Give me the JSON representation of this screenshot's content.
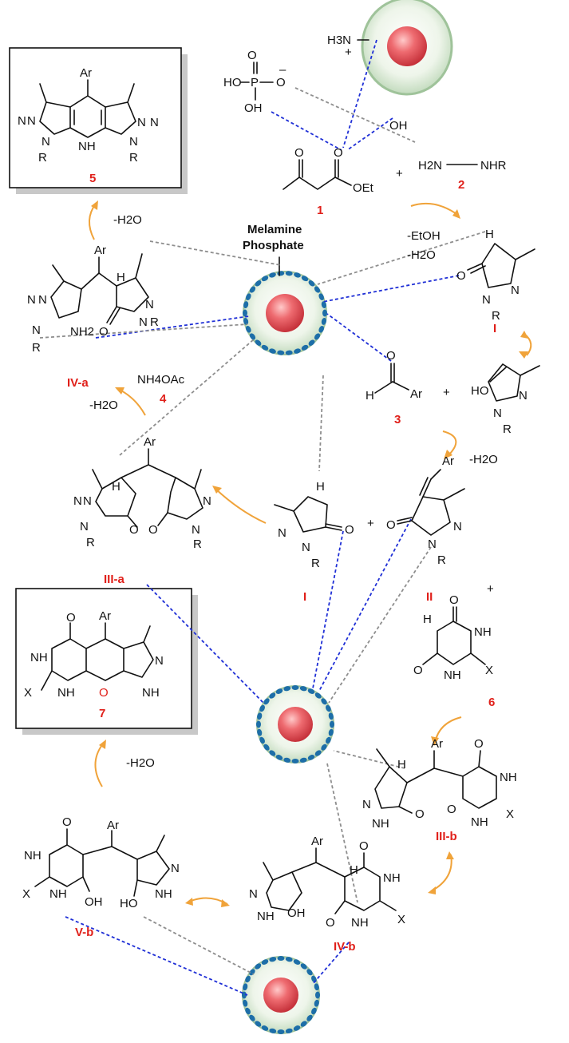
{
  "catalyst_label": "Melamine\nPhosphate",
  "compounds": {
    "c1": "1",
    "c2": "2",
    "c3": "3",
    "c4": "4",
    "c5": "5",
    "c6": "6",
    "c7": "7",
    "I_top": "I",
    "I_mid": "I",
    "II": "II",
    "IIIa": "III-a",
    "IVa": "IV-a",
    "IIIb": "III-b",
    "IVb": "IV-b",
    "Vb": "V-b"
  },
  "reagents": {
    "nh4oac": "NH4OAc",
    "minus_water": "-H2O",
    "minus_etoh": "-EtOH",
    "plus": "+"
  },
  "atoms": {
    "Ar": "Ar",
    "R": "R",
    "X": "X",
    "H": "H",
    "N": "N",
    "O": "O",
    "NH": "NH",
    "OH": "OH",
    "HO": "HO",
    "OEt": "OEt",
    "NH2": "NH2",
    "H3N": "H3N",
    "P": "P",
    "HO_P": "HO",
    "H2N": "H2N",
    "NHR": "NHR"
  },
  "colors": {
    "label_red": "#e0201a",
    "interaction_blue": "#1f2fd6",
    "interaction_gray": "#8e8e8e",
    "reaction_arrow": "#f0a33a",
    "particle_outer": "#c8e0c4",
    "particle_core": "#e95a63",
    "particle_dots": "#1d6ea8"
  }
}
